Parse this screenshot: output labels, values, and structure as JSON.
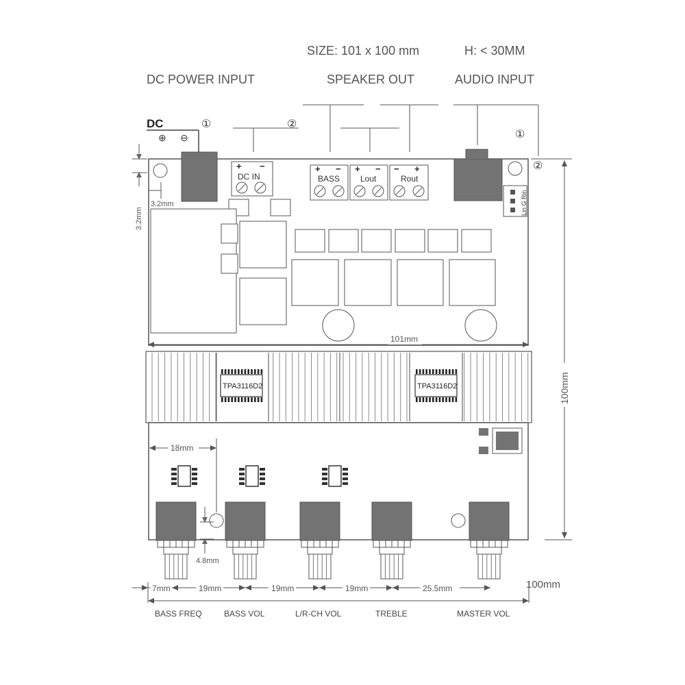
{
  "header": {
    "size": "SIZE:  101 x 100 mm",
    "height": "H:  < 30MM"
  },
  "sections": {
    "dc_power_input": "DC POWER INPUT",
    "speaker_out": "SPEAKER  OUT",
    "audio_input": "AUDIO INPUT"
  },
  "dc": {
    "label": "DC",
    "plus": "⊕",
    "minus": "⊖",
    "marker_1": "①",
    "marker_2": "②"
  },
  "audio": {
    "marker_1": "①",
    "marker_2": "②",
    "pin_label": "Lin G Rin"
  },
  "terminals": {
    "dc_in": "DC IN",
    "bass": "BASS",
    "lout": "Lout",
    "rout": "Rout",
    "plus": "+",
    "minus": "−"
  },
  "chips": {
    "left": "TPA3116D2",
    "right": "TPA3116D2"
  },
  "dimensions": {
    "hole_offset_x": "3.2mm",
    "hole_offset_y": "3.2mm",
    "width": "101mm",
    "height": "100mm",
    "pot_spacing": "18mm",
    "hole_bottom": "4.8mm",
    "first_pot": "7mm",
    "gap_1": "19mm",
    "gap_2": "19mm",
    "gap_3": "19mm",
    "gap_4": "25.5mm",
    "total_width": "100mm"
  },
  "knobs": [
    "BASS FREQ",
    "BASS VOL",
    "L/R-CH VOL",
    "TREBLE",
    "MASTER VOL"
  ],
  "colors": {
    "line": "#666666",
    "component": "#737373",
    "outline": "#555555"
  }
}
